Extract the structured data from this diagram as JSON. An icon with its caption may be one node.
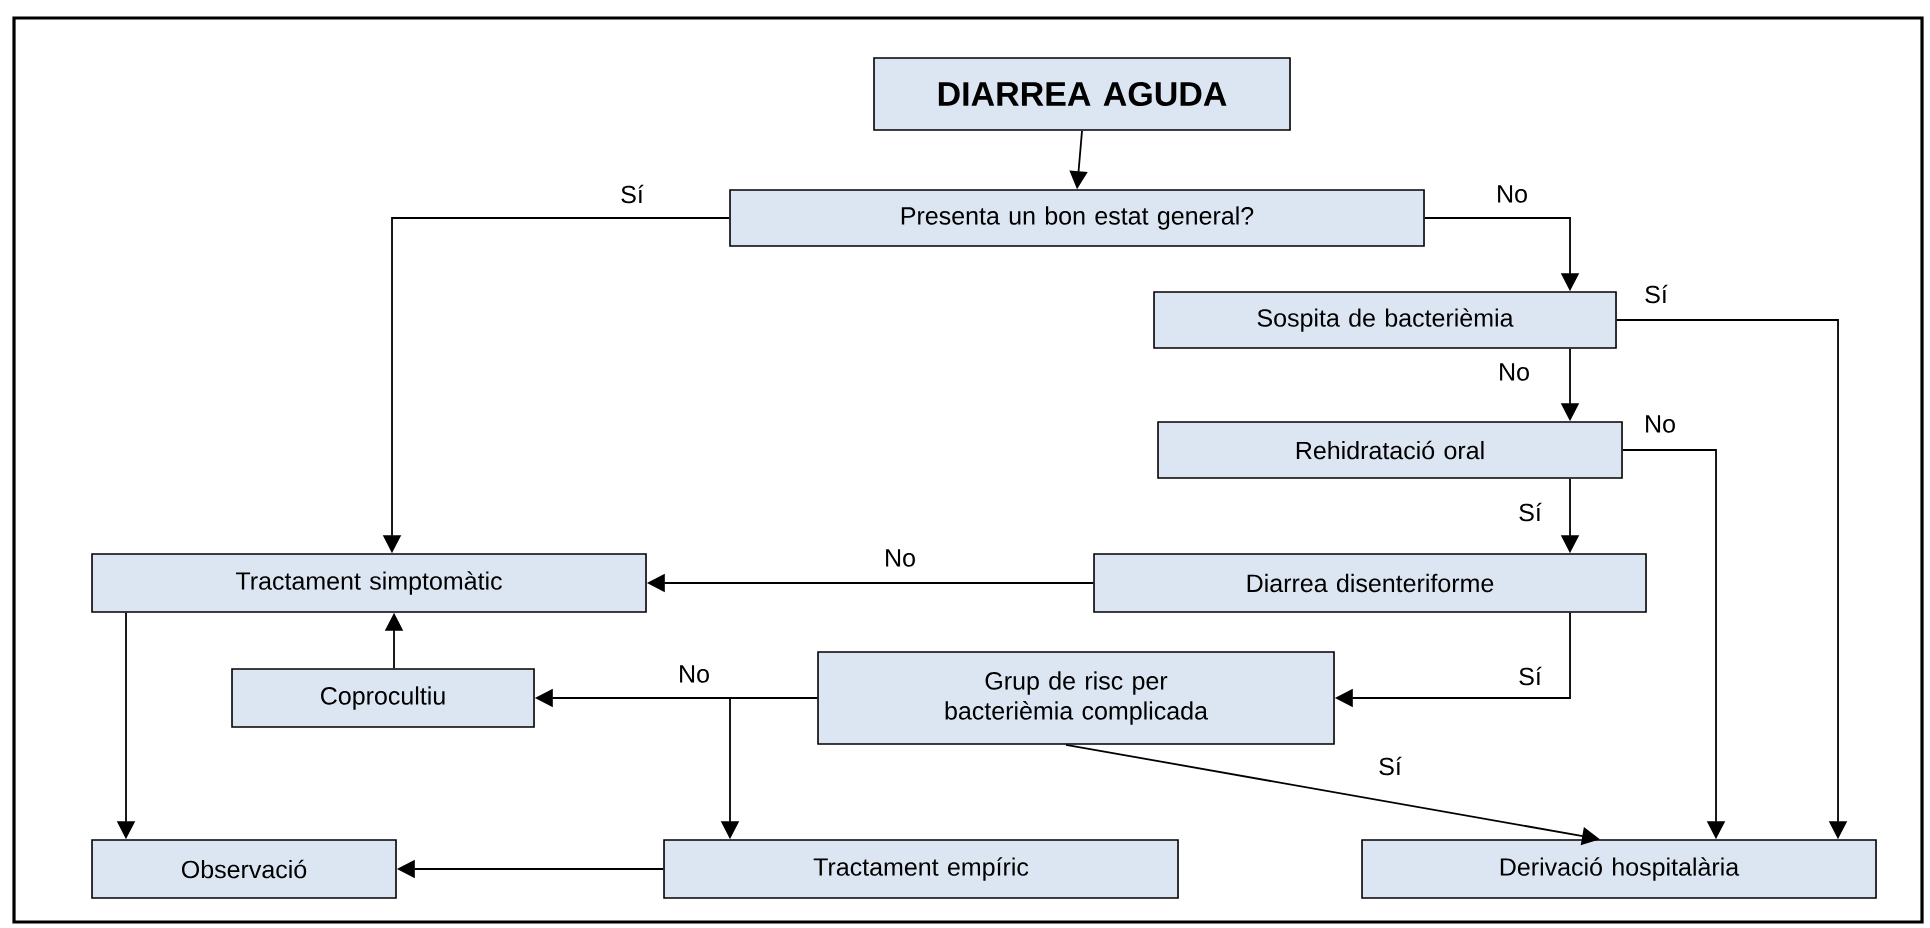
{
  "diagram": {
    "nodes": [
      {
        "text": [
          "DIARREA AGUDA"
        ]
      },
      {
        "text": [
          "Presenta un bon estat general?"
        ]
      },
      {
        "text": [
          "Sospita de bacterièmia"
        ]
      },
      {
        "text": [
          "Rehidratació oral"
        ]
      },
      {
        "text": [
          "Tractament simptomàtic"
        ]
      },
      {
        "text": [
          "Diarrea disenteriforme"
        ]
      },
      {
        "text": [
          "Grup de risc per bacterièmia complicada"
        ]
      },
      {
        "text": [
          "Coprocultiu"
        ]
      },
      {
        "text": [
          "Observació"
        ]
      },
      {
        "text": [
          "Tractament empíric"
        ]
      },
      {
        "text": [
          "Derivació hospitalària"
        ]
      }
    ],
    "edges": [
      {
        "from": 0,
        "to": 1,
        "arrow": "to"
      },
      {
        "from": 1,
        "to": 4,
        "arrow": "to",
        "label": "Sí"
      },
      {
        "from": 1,
        "to": 2,
        "arrow": "to",
        "label": "No"
      },
      {
        "from": 2,
        "to": 10,
        "arrow": "to",
        "label": "Sí"
      },
      {
        "from": 2,
        "to": 3,
        "arrow": "to",
        "label": "No"
      },
      {
        "from": 3,
        "to": 10,
        "arrow": "to",
        "label": "No"
      },
      {
        "from": 3,
        "to": 5,
        "arrow": "to",
        "label": "Sí"
      },
      {
        "from": 5,
        "to": 4,
        "arrow": "to",
        "label": "No"
      },
      {
        "from": 5,
        "to": 6,
        "arrow": "to",
        "label": "Sí"
      },
      {
        "from": 6,
        "to": 7,
        "arrow": "to",
        "label": "No"
      },
      {
        "from": 6,
        "to": 9,
        "arrow": "to"
      },
      {
        "from": 7,
        "to": 4,
        "arrow": "to"
      },
      {
        "from": 4,
        "to": 8,
        "arrow": "to"
      },
      {
        "from": 9,
        "to": 8,
        "arrow": "to"
      },
      {
        "from": 6,
        "to": 10,
        "arrow": "to",
        "label": "Sí"
      }
    ]
  }
}
